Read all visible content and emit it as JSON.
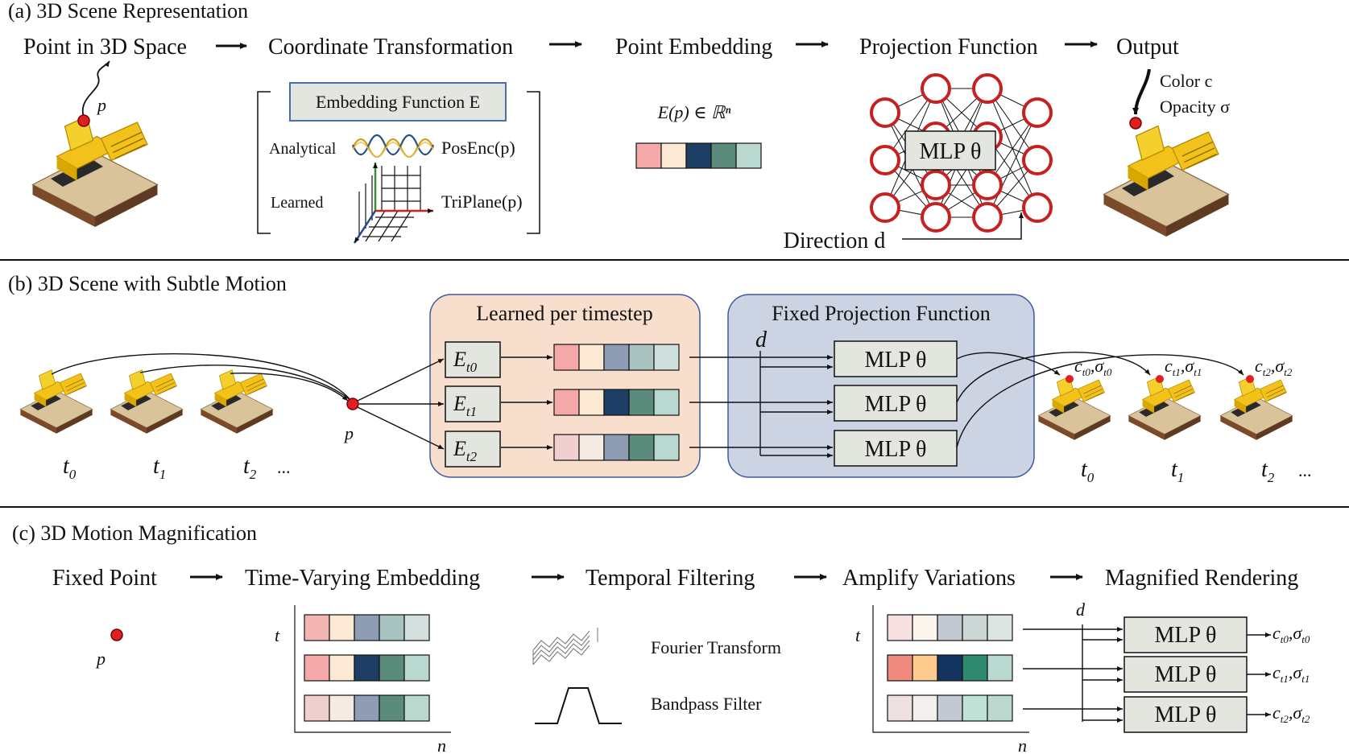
{
  "panel_a": {
    "title": "(a) 3D Scene Representation",
    "stages": [
      "Point in 3D Space",
      "Coordinate Transformation",
      "Point Embedding",
      "Projection Function",
      "Output"
    ],
    "point_label": "p",
    "embedding_box": "Embedding Function E",
    "analytical": "Analytical",
    "learned": "Learned",
    "posenc": "PosEnc(p)",
    "triplane": "TriPlane(p)",
    "embedding_expr": "E(p) ∈ ℝⁿ",
    "embedding_colors": [
      "#f4a9a8",
      "#fbe9d4",
      "#1d3f66",
      "#5a8b7b",
      "#b9d8cf"
    ],
    "mlp_label": "MLP θ",
    "direction_label": "Direction d",
    "output_color": "Color c",
    "output_opacity": "Opacity σ"
  },
  "panel_b": {
    "title": "(b) 3D Scene with Subtle Motion",
    "learned_box_title": "Learned per timestep",
    "fixed_box_title": "Fixed Projection Function",
    "d_label": "d",
    "point_label": "p",
    "embed_labels": [
      "E",
      "E",
      "E"
    ],
    "embed_subs": [
      "t0",
      "t1",
      "t2"
    ],
    "mlp_labels": [
      "MLP θ",
      "MLP θ",
      "MLP θ"
    ],
    "time_labels": [
      "t",
      "t",
      "t"
    ],
    "time_subs": [
      "0",
      "1",
      "2"
    ],
    "ellipsis": "...",
    "output_labels": [
      "c",
      "c",
      "c"
    ],
    "output_sigmas": [
      "σ",
      "σ",
      "σ"
    ],
    "output_subs": [
      "t0",
      "t1",
      "t2"
    ],
    "embed_rows": [
      [
        "#f4a9a8",
        "#fbe9d4",
        "#8e9db3",
        "#a9c4c0",
        "#cfdfdc"
      ],
      [
        "#f4a9a8",
        "#fbe9d4",
        "#1d3f66",
        "#5a8b7b",
        "#b9d8cf"
      ],
      [
        "#f2cfcf",
        "#f5ebe3",
        "#8e9db3",
        "#5a8b7b",
        "#b9d8cf"
      ]
    ]
  },
  "panel_c": {
    "title": "(c) 3D Motion Magnification",
    "stages": [
      "Fixed Point",
      "Time-Varying Embedding",
      "Temporal Filtering",
      "Amplify Variations",
      "Magnified Rendering"
    ],
    "point_label": "p",
    "axis_t": "t",
    "axis_n": "n",
    "fourier_label": "Fourier Transform",
    "bandpass_label": "Bandpass Filter",
    "d_label": "d",
    "mlp_labels": [
      "MLP θ",
      "MLP θ",
      "MLP θ"
    ],
    "output_labels": [
      "c",
      "c",
      "c"
    ],
    "output_sigmas": [
      "σ",
      "σ",
      "σ"
    ],
    "output_subs": [
      "t0",
      "t1",
      "t2"
    ],
    "left_rows": [
      [
        "#f4b6b3",
        "#fbe9d4",
        "#8e9db3",
        "#a9c4c0",
        "#d2dfdc"
      ],
      [
        "#f4a9a8",
        "#fbe9d4",
        "#1d3f66",
        "#5a8b7b",
        "#b9d8cf"
      ],
      [
        "#f2cfcf",
        "#f5ebe3",
        "#8e9db3",
        "#5a8b7b",
        "#b9d8cf"
      ]
    ],
    "right_rows": [
      [
        "#f6e1e0",
        "#fdf6ee",
        "#c3c9d3",
        "#ccd6d4",
        "#dde5e3"
      ],
      [
        "#f08a7e",
        "#fdcb8e",
        "#12345e",
        "#2e8a6e",
        "#b9d8cf"
      ],
      [
        "#efe1e1",
        "#f3efea",
        "#c3c9d3",
        "#bfe3d8",
        "#b9d8cf"
      ]
    ]
  }
}
